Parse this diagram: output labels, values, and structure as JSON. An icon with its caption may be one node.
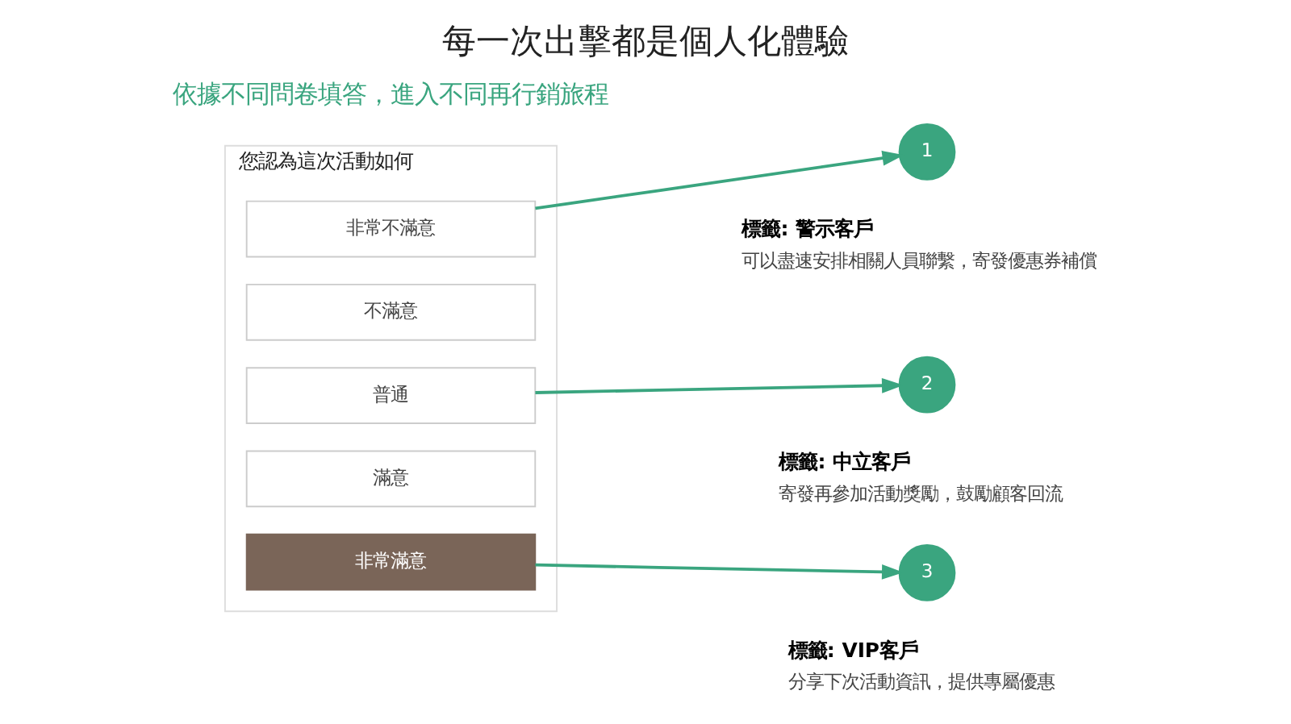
{
  "diagram": {
    "title": "每一次出擊都是個人化體驗",
    "nodes": [
      {
        "text": [
          "您認為這次活動如何"
        ]
      },
      {
        "text": [
          "非常不滿意"
        ],
        "in": 0
      },
      {
        "text": [
          "不滿意"
        ],
        "in": 0
      },
      {
        "text": [
          "普通"
        ],
        "in": 0
      },
      {
        "text": [
          "滿意"
        ],
        "in": 0
      },
      {
        "text": [
          "非常滿意"
        ],
        "in": 0
      },
      {
        "text": [
          "1"
        ],
        "beside": [
          "標籤: 警示客戶",
          "可以盡速安排相關人員聯繫，寄發優惠券補償"
        ]
      },
      {
        "text": [
          "2"
        ],
        "beside": [
          "標籤: 中立客戶",
          "寄發再參加活動獎勵，鼓勵顧客回流"
        ]
      },
      {
        "text": [
          "3"
        ],
        "beside": [
          "標籤: VIP客戶",
          "分享下次活動資訊，提供專屬優惠"
        ]
      }
    ],
    "edges": [
      {
        "from": 1,
        "to": 6,
        "arrow": "to"
      },
      {
        "from": 3,
        "to": 7,
        "arrow": "to"
      },
      {
        "from": 5,
        "to": 8,
        "arrow": "to"
      }
    ],
    "labels": [
      "依據不同問卷填答，進入不同再行銷旅程"
    ]
  }
}
